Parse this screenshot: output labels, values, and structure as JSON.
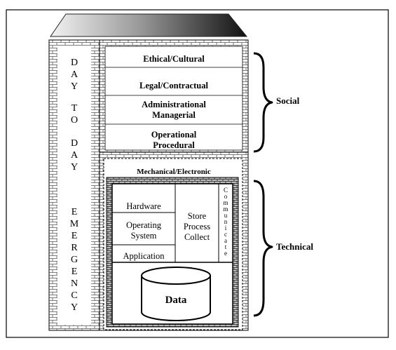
{
  "left_column": {
    "day_to_day_letters": [
      "D",
      "A",
      "Y",
      "T",
      "O",
      "D",
      "A",
      "Y"
    ],
    "emergency_letters": [
      "E",
      "M",
      "E",
      "R",
      "G",
      "E",
      "N",
      "C",
      "Y"
    ]
  },
  "layers": {
    "ethical": "Ethical/Cultural",
    "legal": "Legal/Contractual",
    "admin_line1": "Administrational",
    "admin_line2": "Managerial",
    "oper_line1": "Operational",
    "oper_line2": "Procedural",
    "mechanical": "Mechanical/Electronic"
  },
  "computer": {
    "hardware": "Hardware",
    "os_line1": "Operating",
    "os_line2": "System",
    "application": "Application",
    "store": "Store",
    "process": "Process",
    "collect": "Collect",
    "communicate_letters": [
      "C",
      "o",
      "m",
      "m",
      "u",
      "n",
      "i",
      "c",
      "a",
      "t",
      "e"
    ],
    "data": "Data"
  },
  "groups": {
    "social": "Social",
    "technical": "Technical"
  }
}
